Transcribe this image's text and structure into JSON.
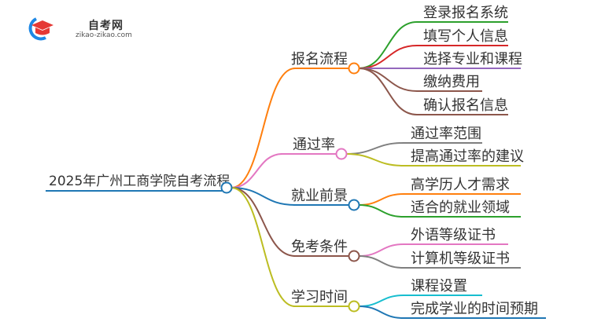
{
  "logo": {
    "title": "自考网",
    "url": "zikao-zikao.com"
  },
  "root": {
    "label": "2025年广州工商学院自考流程",
    "color": "#1f77b4"
  },
  "branches": [
    {
      "label": "报名流程",
      "color": "#ff7f0e",
      "children": [
        {
          "label": "登录报名系统",
          "color": "#2ca02c"
        },
        {
          "label": "填写个人信息",
          "color": "#d62728"
        },
        {
          "label": "选择专业和课程",
          "color": "#9467bd"
        },
        {
          "label": "缴纳费用",
          "color": "#8c564b"
        },
        {
          "label": "确认报名信息",
          "color": "#8c564b"
        }
      ]
    },
    {
      "label": "通过率",
      "color": "#e377c2",
      "children": [
        {
          "label": "通过率范围",
          "color": "#7f7f7f"
        },
        {
          "label": "提高通过率的建议",
          "color": "#bcbd22"
        }
      ]
    },
    {
      "label": "就业前景",
      "color": "#1f77b4",
      "children": [
        {
          "label": "高学历人才需求",
          "color": "#ff7f0e"
        },
        {
          "label": "适合的就业领域",
          "color": "#2ca02c"
        }
      ]
    },
    {
      "label": "免考条件",
      "color": "#8c564b",
      "children": [
        {
          "label": "外语等级证书",
          "color": "#e377c2"
        },
        {
          "label": "计算机等级证书",
          "color": "#7f7f7f"
        }
      ]
    },
    {
      "label": "学习时间",
      "color": "#bcbd22",
      "children": [
        {
          "label": "课程设置",
          "color": "#17becf"
        },
        {
          "label": "完成学业的时间预期",
          "color": "#1f77b4"
        }
      ]
    }
  ]
}
